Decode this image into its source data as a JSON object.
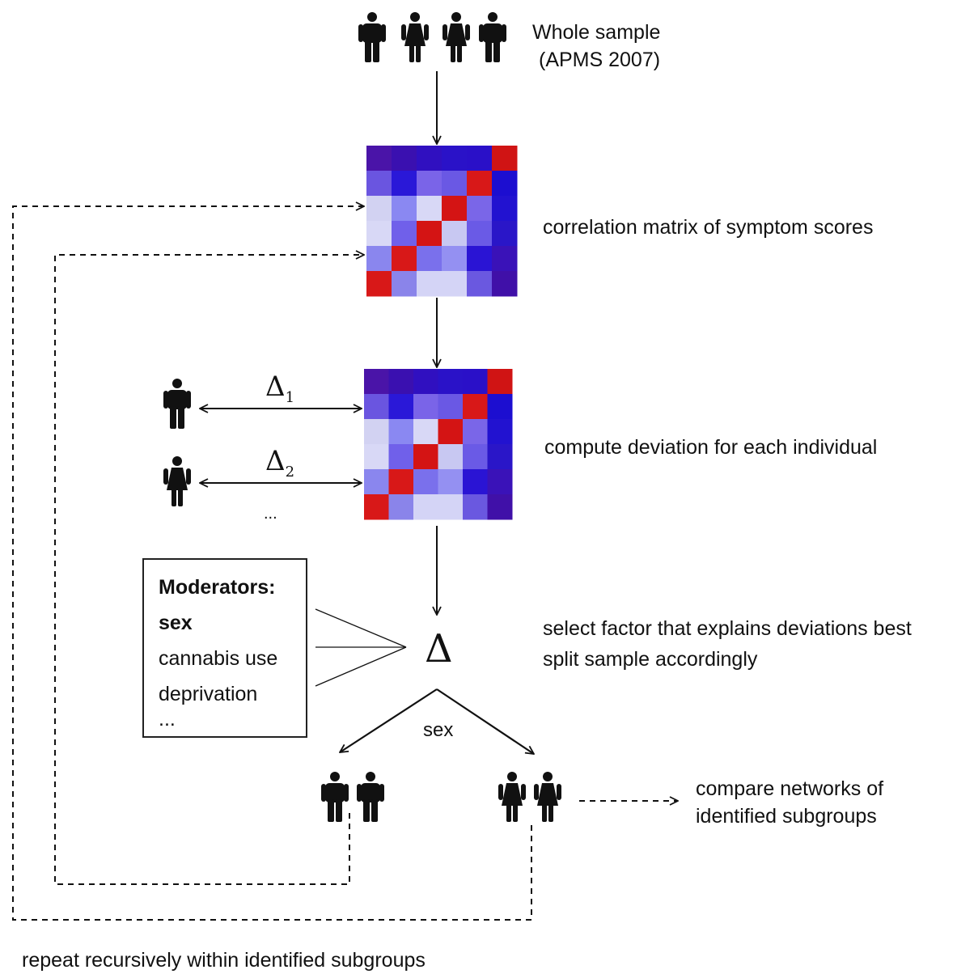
{
  "labels": {
    "whole_sample": [
      "Whole sample",
      "(APMS 2007)"
    ],
    "correlation_matrix": "correlation matrix of symptom scores",
    "compute_deviation": "compute deviation for each individual",
    "select_factor": [
      "select factor that explains deviations best",
      "split sample accordingly"
    ],
    "compare_networks": [
      "compare networks of",
      "identified subgroups"
    ],
    "repeat": "repeat recursively within identified subgroups",
    "split_label": "sex",
    "ellipsis": "..."
  },
  "deltas": {
    "symbol": "Δ",
    "d1_sub": "1",
    "d2_sub": "2"
  },
  "moderators": {
    "title": "Moderators:",
    "items": [
      {
        "text": "sex",
        "bold": true
      },
      {
        "text": "cannabis use",
        "bold": false
      },
      {
        "text": "deprivation",
        "bold": false
      },
      {
        "text": "...",
        "bold": false
      }
    ]
  },
  "icons": {
    "whole_sample_group": [
      "male-person-icon",
      "female-person-icon",
      "female-person-icon",
      "male-person-icon"
    ],
    "individual_1": "male-person-icon",
    "individual_2": "female-person-icon",
    "subgroup_male": [
      "male-person-icon",
      "male-person-icon"
    ],
    "subgroup_female": [
      "female-person-icon",
      "female-person-icon"
    ]
  },
  "colors": {
    "matrix_cells": [
      [
        "#4a14a8",
        "#3a10b0",
        "#3010c0",
        "#2a12c8",
        "#2a10c8",
        "#d01414"
      ],
      [
        "#6a55e0",
        "#2a18d8",
        "#7a64e8",
        "#6a58e4",
        "#d81818",
        "#1c0ed0"
      ],
      [
        "#d2d2f2",
        "#8a88f2",
        "#d8d8f6",
        "#d41414",
        "#7a66e8",
        "#2212d0"
      ],
      [
        "#d8d8f6",
        "#7060ea",
        "#d41414",
        "#c8c8f2",
        "#6a5ae6",
        "#2a16c8"
      ],
      [
        "#8a86ee",
        "#d81818",
        "#7a70ec",
        "#9490f2",
        "#2a14d4",
        "#3a12b8"
      ],
      [
        "#d81818",
        "#8a84ea",
        "#d4d4f6",
        "#d4d4f6",
        "#6a58e0",
        "#4010a8"
      ]
    ],
    "line": "#111111"
  }
}
